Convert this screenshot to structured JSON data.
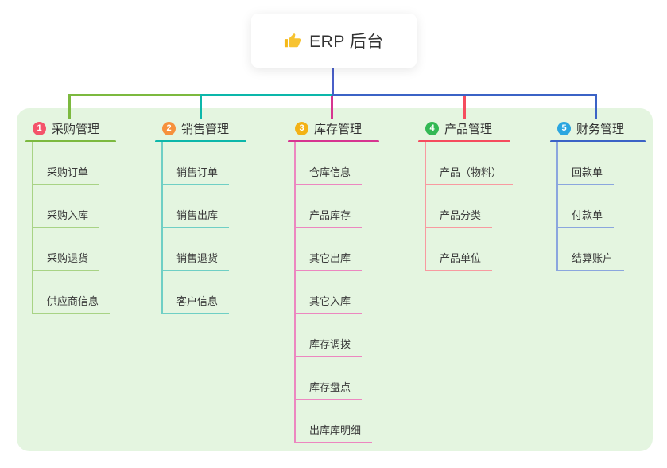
{
  "root": {
    "label": "ERP 后台",
    "icon": "thumbs-up-icon",
    "connector_color": "#4a5fc8"
  },
  "colors": {
    "canvas_bg": "#ffffff",
    "panel_bg": "#e4f5e0",
    "text": "#333333"
  },
  "branches": [
    {
      "badge": "1",
      "label": "采购管理",
      "badge_color": "#f4536a",
      "line_color": "#7cb93f",
      "line_light": "#a8d385",
      "children": [
        "采购订单",
        "采购入库",
        "采购退货",
        "供应商信息"
      ]
    },
    {
      "badge": "2",
      "label": "销售管理",
      "badge_color": "#f6913d",
      "line_color": "#0cb7aa",
      "line_light": "#6fcfc5",
      "children": [
        "销售订单",
        "销售出库",
        "销售退货",
        "客户信息"
      ]
    },
    {
      "badge": "3",
      "label": "库存管理",
      "badge_color": "#f3b216",
      "line_color": "#d63590",
      "line_light": "#ec87c0",
      "children": [
        "仓库信息",
        "产品库存",
        "其它出库",
        "其它入库",
        "库存调拨",
        "库存盘点",
        "出库库明细"
      ]
    },
    {
      "badge": "4",
      "label": "产品管理",
      "badge_color": "#33b854",
      "line_color": "#f54c5e",
      "line_light": "#f89aa0",
      "children": [
        "产品（物料）",
        "产品分类",
        "产品单位"
      ]
    },
    {
      "badge": "5",
      "label": "财务管理",
      "badge_color": "#2ba6e0",
      "line_color": "#3b63c6",
      "line_light": "#8ba6de",
      "children": [
        "回款单",
        "付款单",
        "结算账户"
      ]
    }
  ]
}
